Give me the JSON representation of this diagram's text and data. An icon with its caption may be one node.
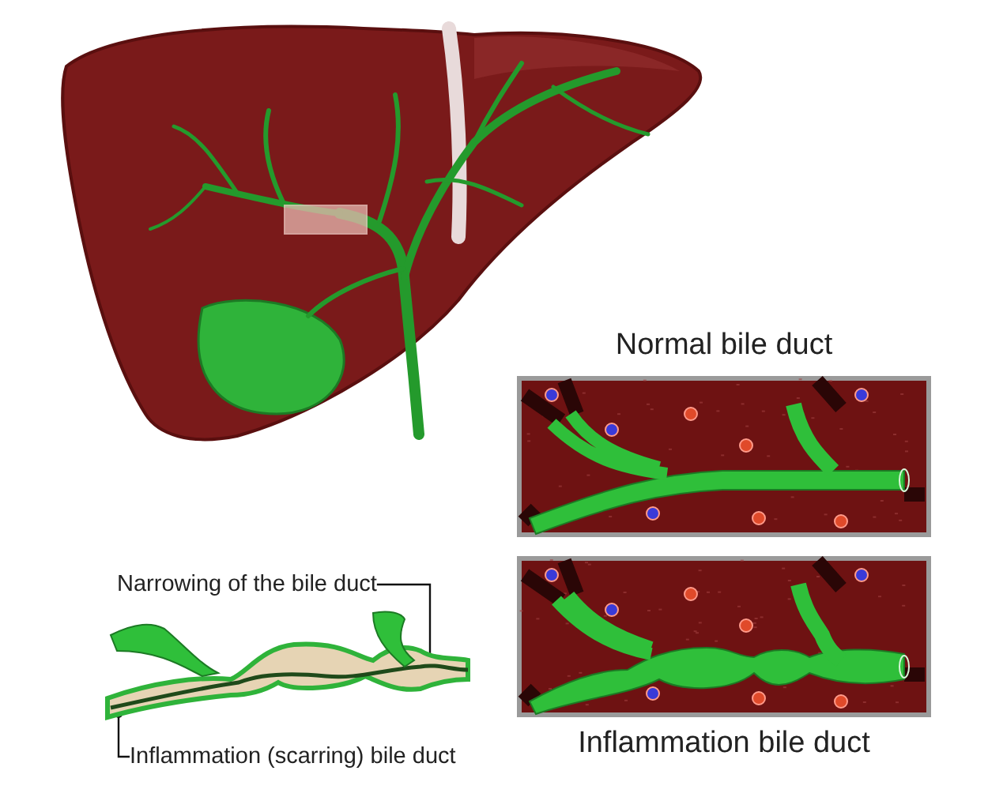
{
  "diagram": {
    "nodes": [
      {
        "text": [
          "Normal bile duct"
        ]
      },
      {
        "text": [
          "Inflammation bile duct"
        ]
      },
      {
        "text": [
          "Narrowing of the bile duct"
        ]
      },
      {
        "text": [],
        "shape": "picture"
      },
      {
        "text": [
          "Inflammation (scarring) bile duct"
        ]
      }
    ],
    "edges": [
      {
        "from": 2,
        "to": 3,
        "arrow": "other"
      },
      {
        "from": 4,
        "to": 3,
        "arrow": "other"
      }
    ]
  }
}
